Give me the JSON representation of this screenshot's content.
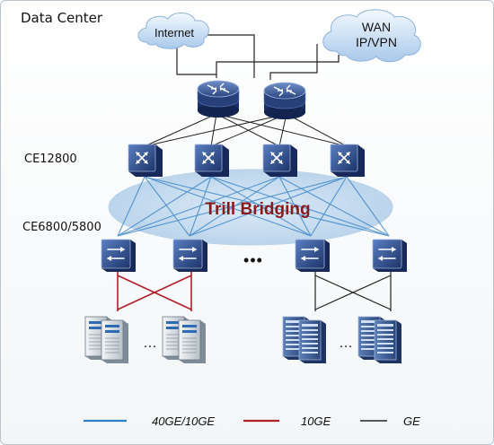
{
  "title": "Data Center",
  "clouds": {
    "internet": "Internet",
    "wan_line1": "WAN",
    "wan_line2": "IP/VPN"
  },
  "tiers": {
    "core": "CE12800",
    "access": "CE6800/5800"
  },
  "overlay_label": "Trill Bridging",
  "ellipsis": "•••",
  "server_ellipsis": "…",
  "legend": [
    {
      "label": "40GE/10GE",
      "color": "#2e7cc4"
    },
    {
      "label": "10GE",
      "color": "#b02028"
    },
    {
      "label": "GE",
      "color": "#222222"
    }
  ],
  "colors": {
    "trill_text": "#8b1a1a",
    "device_blue": "#27407a",
    "ellipse_fill": "#bcd6ee"
  },
  "icons": {
    "router": "router-icon",
    "switch": "switch-icon",
    "server": "server-icon",
    "cloud": "cloud-icon"
  }
}
